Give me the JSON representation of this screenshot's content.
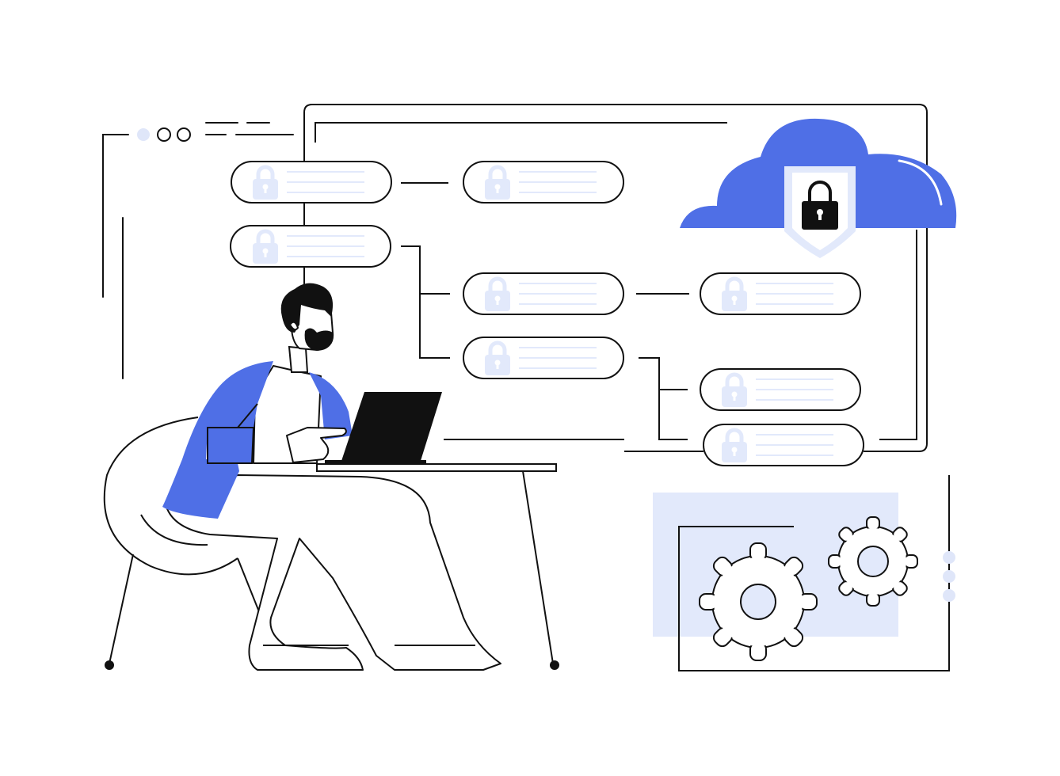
{
  "colors": {
    "background": "#ffffff",
    "stroke": "#111111",
    "accent": "#4f6fe6",
    "accent_light": "#e2e9fb",
    "dot_light": "#dfe6f9"
  },
  "window_dots": [
    "light",
    "outline",
    "outline"
  ],
  "side_dots": [
    "light",
    "light",
    "light"
  ],
  "nodes": [
    {
      "id": "node-1",
      "locked": true
    },
    {
      "id": "node-2",
      "locked": true
    },
    {
      "id": "node-3",
      "locked": true
    },
    {
      "id": "node-4",
      "locked": true
    },
    {
      "id": "node-5",
      "locked": true
    },
    {
      "id": "node-6",
      "locked": true
    },
    {
      "id": "node-7",
      "locked": true
    },
    {
      "id": "node-8",
      "locked": true
    }
  ],
  "icons": {
    "cloud": "cloud-icon",
    "shield": "shield-icon",
    "padlock": "padlock-icon",
    "gear": "gear-icon"
  }
}
